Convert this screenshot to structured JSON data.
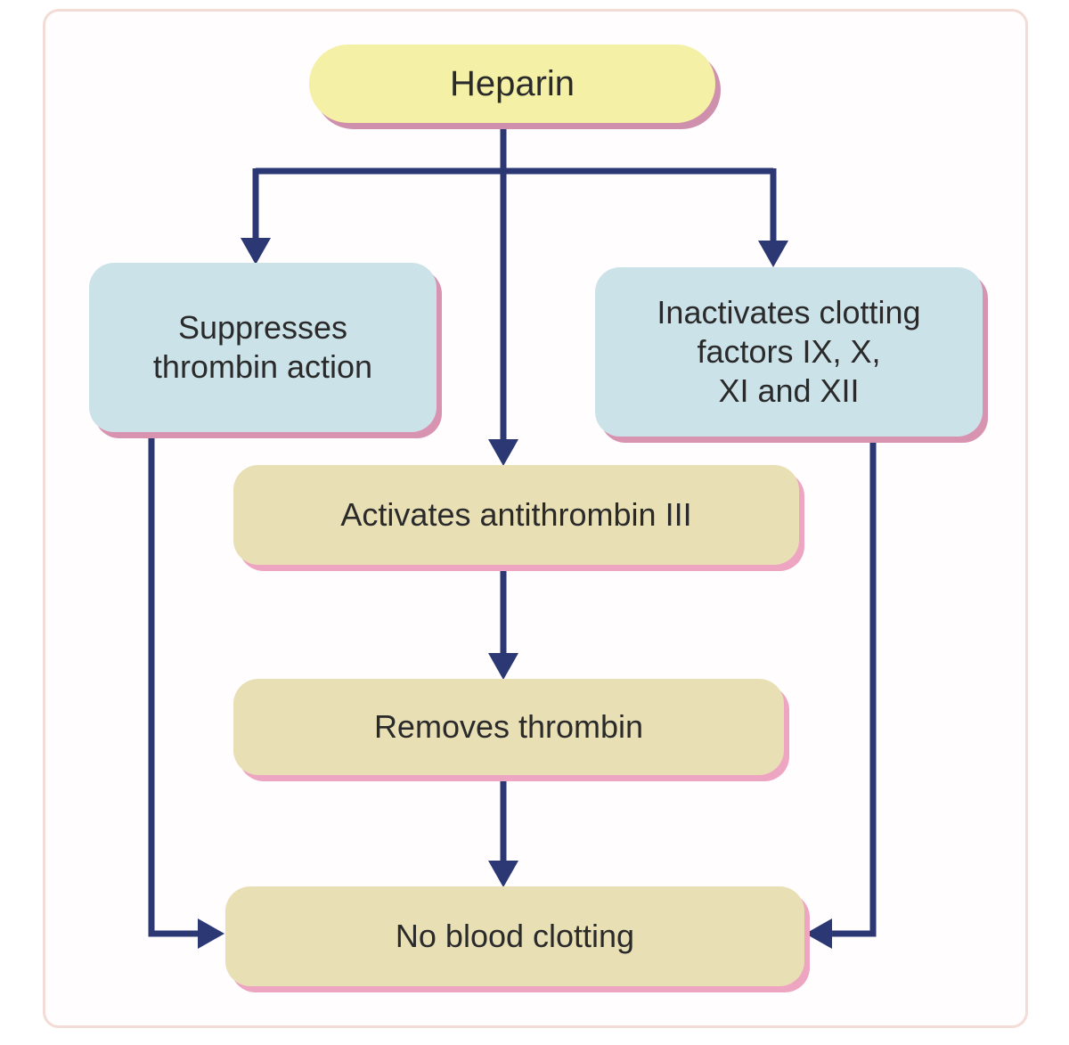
{
  "diagram": {
    "type": "flowchart",
    "topic": "Heparin",
    "nodes": {
      "heparin": {
        "label": "Heparin",
        "fill": "#f4f0a6"
      },
      "suppresses": {
        "label": "Suppresses\nthrombin action",
        "fill": "#cce2e9"
      },
      "inactivates": {
        "label": "Inactivates clotting\nfactors IX, X,\nXI and XII",
        "fill": "#cce2e9"
      },
      "activates": {
        "label": "Activates antithrombin III",
        "fill": "#e8dfb5"
      },
      "removes": {
        "label": "Removes thrombin",
        "fill": "#e8dfb5"
      },
      "no_blood_clotting": {
        "label": "No blood clotting",
        "fill": "#e8dfb5"
      }
    },
    "edges": [
      {
        "from": "heparin",
        "to": "suppresses"
      },
      {
        "from": "heparin",
        "to": "inactivates"
      },
      {
        "from": "heparin",
        "to": "activates"
      },
      {
        "from": "activates",
        "to": "removes"
      },
      {
        "from": "removes",
        "to": "no_blood_clotting"
      },
      {
        "from": "suppresses",
        "to": "no_blood_clotting"
      },
      {
        "from": "inactivates",
        "to": "no_blood_clotting"
      }
    ],
    "colors": {
      "arrow": "#2b3874",
      "shadow_pink": "#d893b1",
      "frame_border": "#f3dcd6",
      "text": "#2a2a2a",
      "background": "#ffffff"
    }
  }
}
